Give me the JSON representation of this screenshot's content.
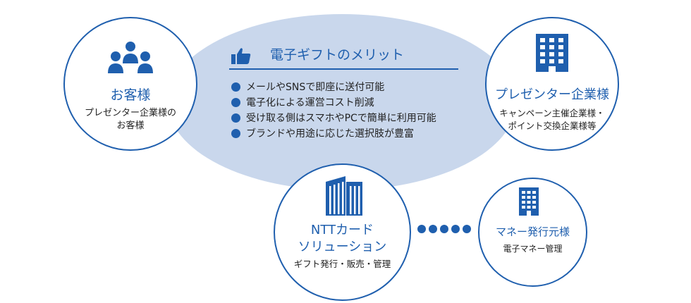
{
  "merit": {
    "title": "電子ギフトのメリット",
    "items": [
      "メールやSNSで即座に送付可能",
      "電子化による運営コスト削減",
      "受け取る側はスマホやPCで簡単に利用可能",
      "ブランドや用途に応じた選択肢が豊富"
    ]
  },
  "customer": {
    "title": "お客様",
    "sub1": "プレゼンター企業様の",
    "sub2": "お客様"
  },
  "presenter": {
    "title": "プレゼンター企業様",
    "sub1": "キャンペーン主催企業様・",
    "sub2": "ポイント交換企業様等"
  },
  "ntt": {
    "title1": "NTTカード",
    "title2": "ソリューション",
    "sub": "ギフト発行・販売・管理"
  },
  "money": {
    "title": "マネー発行元様",
    "sub": "電子マネー管理"
  },
  "colors": {
    "accent": "#1f5fae",
    "ellipse": "#c9d7ec"
  }
}
